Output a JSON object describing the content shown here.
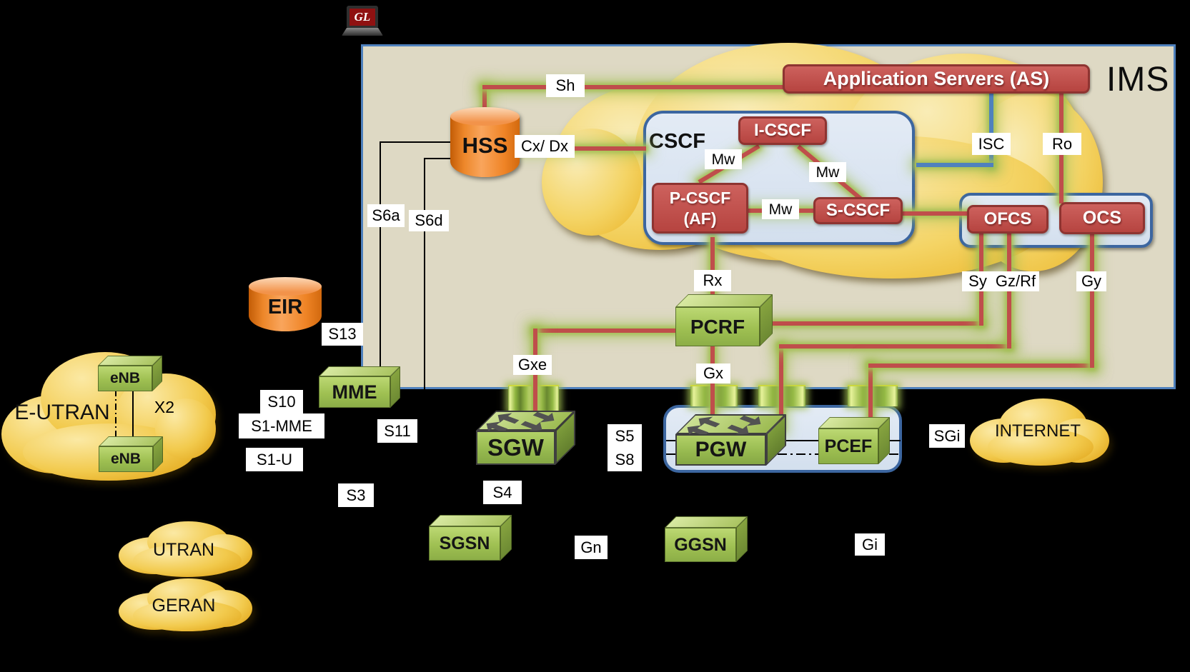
{
  "title": "IMS",
  "logo": "GL",
  "clouds": {
    "e_utran": "E-UTRAN",
    "utran": "UTRAN",
    "geran": "GERAN",
    "internet": "INTERNET"
  },
  "nodes": {
    "hss": "HSS",
    "eir": "EIR",
    "mme": "MME",
    "sgw": "SGW",
    "pgw": "PGW",
    "pcef": "PCEF",
    "pcrf": "PCRF",
    "sgsn": "SGSN",
    "ggsn": "GGSN",
    "enb": "eNB",
    "app_servers": "Application Servers (AS)",
    "cscf_group": "CSCF",
    "i_cscf": "I-CSCF",
    "p_cscf_l1": "P-CSCF",
    "p_cscf_l2": "(AF)",
    "s_cscf": "S-CSCF",
    "ofcs": "OFCS",
    "ocs": "OCS"
  },
  "interfaces": {
    "sh": "Sh",
    "cx_dx": "Cx/ Dx",
    "mw": "Mw",
    "isc": "ISC",
    "ro": "Ro",
    "s6a": "S6a",
    "s6d": "S6d",
    "s13": "S13",
    "s10": "S10",
    "s1_mme": "S1-MME",
    "s1_u": "S1-U",
    "s11": "S11",
    "s3": "S3",
    "s4": "S4",
    "s5": "S5",
    "s8": "S8",
    "rx": "Rx",
    "gxe": "Gxe",
    "gx": "Gx",
    "sy": "Sy",
    "gz_rf": "Gz/Rf",
    "gy": "Gy",
    "sgi": "SGi",
    "gn": "Gn",
    "gi": "Gi",
    "x2": "X2"
  },
  "colors": {
    "red": "#c0504d",
    "blue": "#4f81bd",
    "green": "#9bbb59",
    "gold": "#eebc39",
    "panel_fill": "#dce6f2",
    "ims_fill": "#ded9c4"
  }
}
